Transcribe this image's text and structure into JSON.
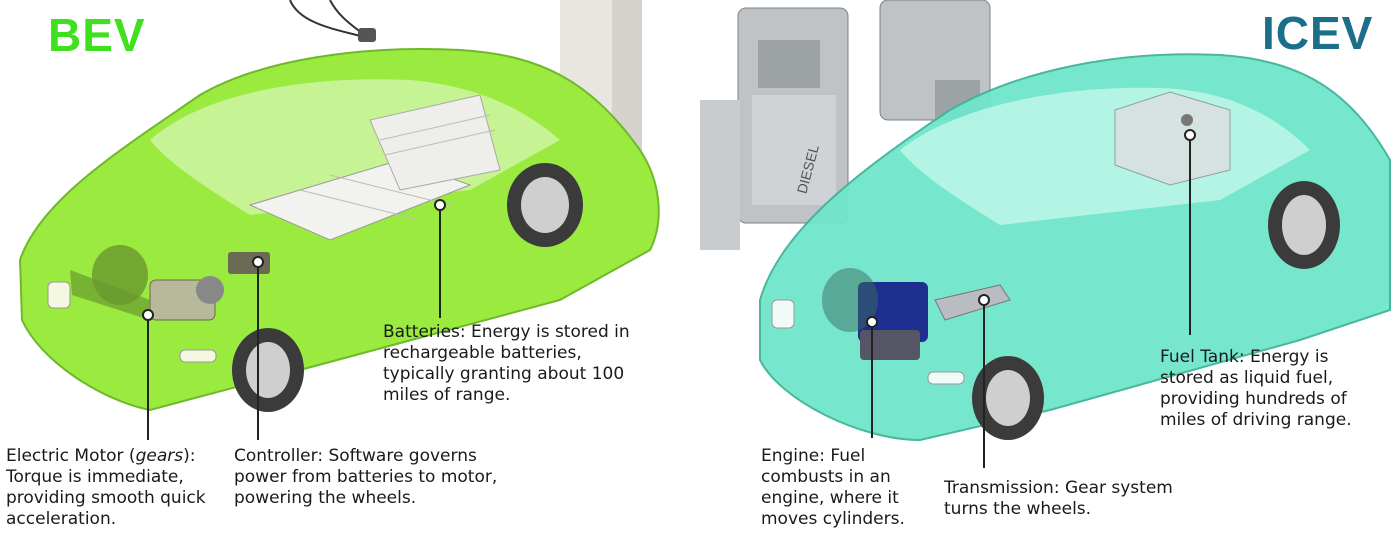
{
  "bev": {
    "title": "BEV",
    "batteries": {
      "heading": "Batteries:",
      "body": " Energy is stored in rechargeable batteries, typically granting about 100 miles of range."
    },
    "motor": {
      "heading": "Electric Motor (",
      "heading_italic": "gears",
      "heading_end": "):",
      "body": "Torque is immediate, providing smooth quick acceleration."
    },
    "controller": {
      "heading": "Controller:",
      "body": " Software governs power from batteries to motor, powering the wheels."
    }
  },
  "icev": {
    "title": "ICEV",
    "pump_label": "DIESEL",
    "engine": {
      "heading": "Engine:",
      "body": " Fuel combusts in an engine, where it moves cylinders."
    },
    "transmission": {
      "heading": "Transmission:",
      "body": " Gear system turns the wheels."
    },
    "fuel_tank": {
      "heading": "Fuel Tank:",
      "body": " Energy is stored as liquid fuel, providing hundreds of miles of driving range."
    }
  },
  "colors": {
    "bev_green": "#3fe01e",
    "bev_car": "#8fe83a",
    "icev_title": "#1b6f8a",
    "icev_car": "#5fe0c4"
  }
}
